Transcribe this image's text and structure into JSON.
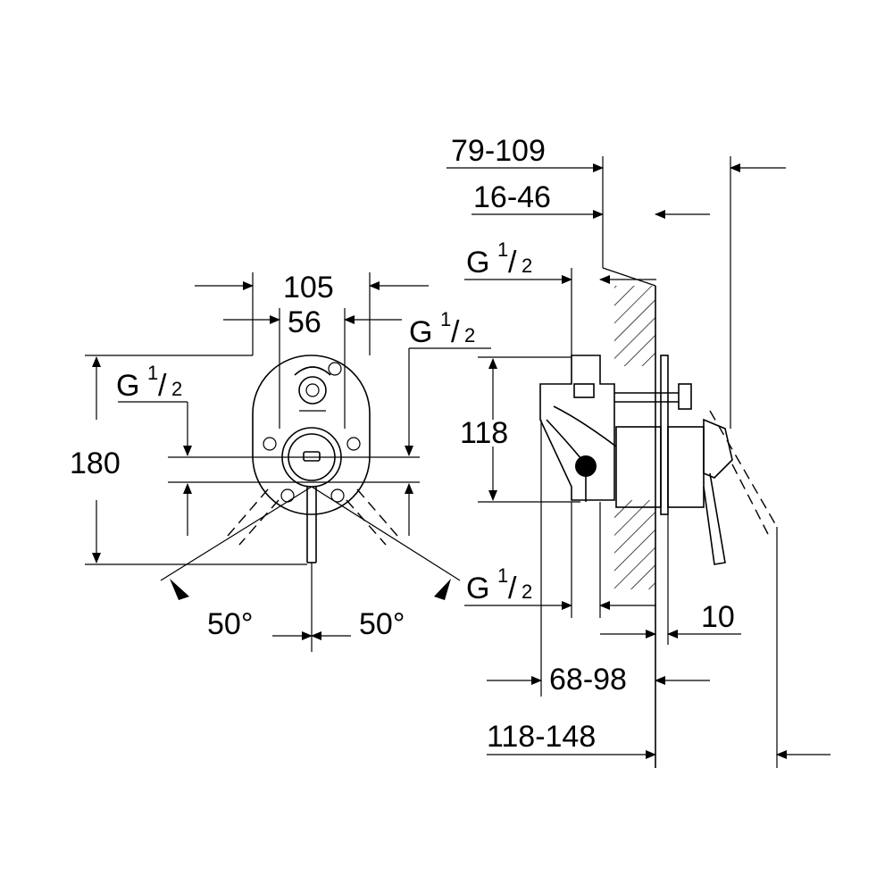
{
  "front_view": {
    "width_outer": "105",
    "width_inner": "56",
    "height": "180",
    "thread_left": {
      "main": "G",
      "num": "1",
      "den": "2"
    },
    "thread_right": {
      "main": "G",
      "num": "1",
      "den": "2"
    },
    "angle_left": "50°",
    "angle_right": "50°"
  },
  "side_view": {
    "depth_total": "79-109",
    "depth_wall": "16-46",
    "thread_top": {
      "main": "G",
      "num": "1",
      "den": "2"
    },
    "thread_bottom": {
      "main": "G",
      "num": "1",
      "den": "2"
    },
    "height": "118",
    "plate": "10",
    "install_depth": "68-98",
    "overall_depth": "118-148"
  }
}
